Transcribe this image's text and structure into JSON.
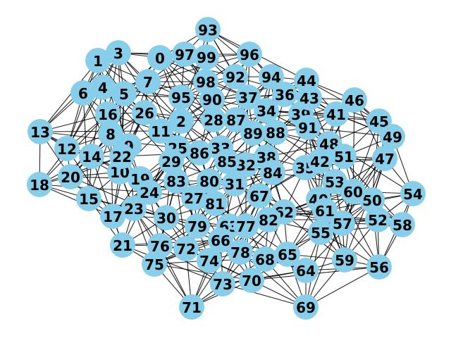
{
  "graph": {
    "node_color": "#87CEEB",
    "edge_color": "#000000",
    "label_color": "#000000",
    "nodes": [
      "0",
      "1",
      "2",
      "3",
      "4",
      "5",
      "6",
      "7",
      "8",
      "9",
      "10",
      "11",
      "12",
      "13",
      "14",
      "15",
      "16",
      "17",
      "18",
      "19",
      "20",
      "21",
      "22",
      "23",
      "24",
      "25",
      "26",
      "27",
      "28",
      "29",
      "30",
      "31",
      "32",
      "33",
      "34",
      "35",
      "36",
      "37",
      "38",
      "39",
      "40",
      "41",
      "42",
      "43",
      "44",
      "45",
      "46",
      "47",
      "48",
      "49",
      "50",
      "51",
      "52",
      "53",
      "54",
      "55",
      "56",
      "57",
      "58",
      "59",
      "60",
      "61",
      "62",
      "63",
      "64",
      "65",
      "66",
      "67",
      "68",
      "69",
      "70",
      "71",
      "72",
      "73",
      "74",
      "75",
      "76",
      "77",
      "78",
      "79",
      "80",
      "81",
      "82",
      "83",
      "84",
      "85",
      "86",
      "87",
      "88",
      "89",
      "90",
      "91",
      "92",
      "93",
      "94",
      "95",
      "96",
      "97",
      "98",
      "99"
    ]
  }
}
